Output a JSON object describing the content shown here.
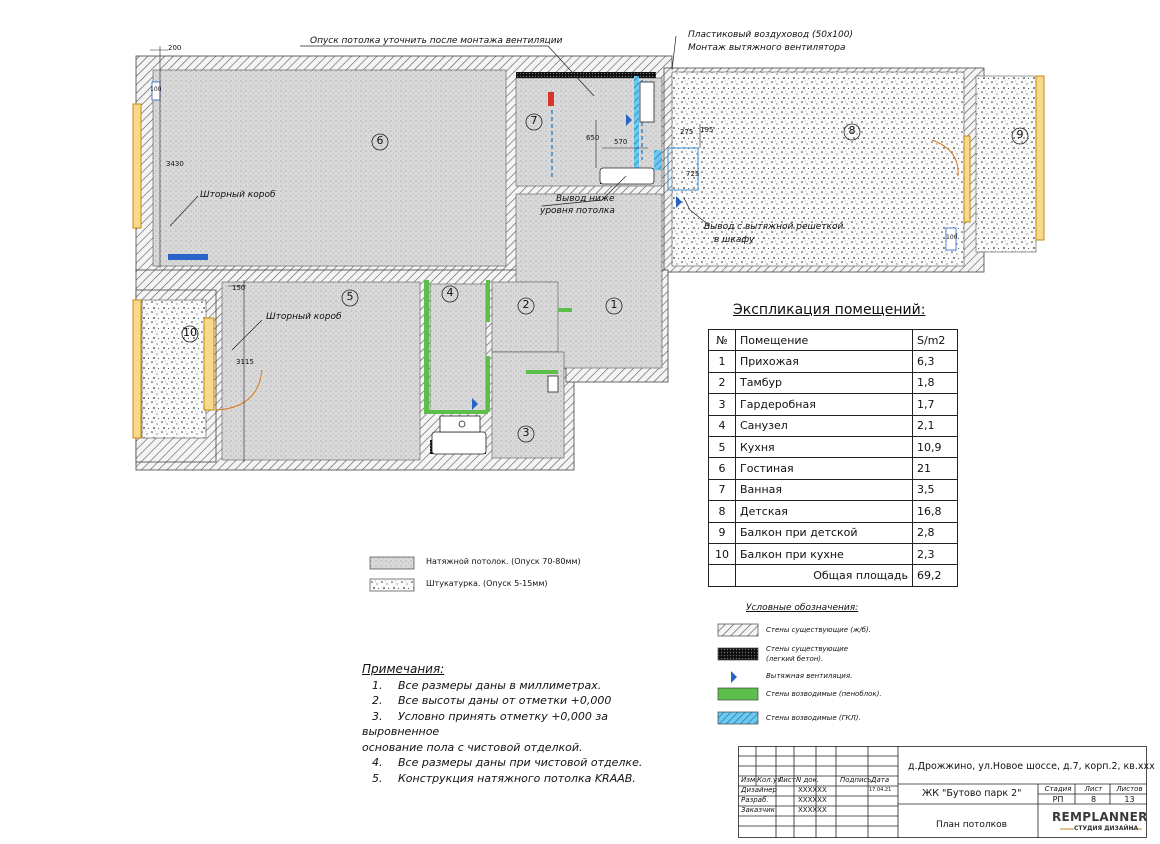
{
  "rooms": [
    {
      "num": "1",
      "name": "Прихожая",
      "area": "6,3"
    },
    {
      "num": "2",
      "name": "Тамбур",
      "area": "1,8"
    },
    {
      "num": "3",
      "name": "Гардеробная",
      "area": "1,7"
    },
    {
      "num": "4",
      "name": "Санузел",
      "area": "2,1"
    },
    {
      "num": "5",
      "name": "Кухня",
      "area": "10,9"
    },
    {
      "num": "6",
      "name": "Гостиная",
      "area": "21"
    },
    {
      "num": "7",
      "name": "Ванная",
      "area": "3,5"
    },
    {
      "num": "8",
      "name": "Детская",
      "area": "16,8"
    },
    {
      "num": "9",
      "name": "Балкон при детской",
      "area": "2,8"
    },
    {
      "num": "10",
      "name": "Балкон при кухне",
      "area": "2,3"
    }
  ],
  "explication": {
    "title": "Экспликация помещений:",
    "col_num": "№",
    "col_room": "Помещение",
    "col_area": "S/m2",
    "total_label": "Общая площадь",
    "total_value": "69,2"
  },
  "annotations": {
    "ceiling_note": "Опуск потолка уточнить после монтажа вентиляции",
    "duct_line1": "Пластиковый воздуховод (50х100)",
    "duct_line2": "Монтаж вытяжного вентилятора",
    "exit_below_line1": "Вывод ниже",
    "exit_below_line2": "уровня потолка",
    "exit_grille_line1": "Вывод с вытяжной решеткой",
    "exit_grille_line2": "в шкафу",
    "curtain_box_1": "Шторный короб",
    "curtain_box_2": "Шторный короб"
  },
  "dims": {
    "d200": "200",
    "d100a": "100",
    "d3430": "3430",
    "d150": "150",
    "d3115": "3115",
    "d650": "650",
    "d570": "570",
    "d275": "275",
    "d195": "195",
    "d725": "725",
    "d100b": "100"
  },
  "ceiling_legend": {
    "stretch": "Натяжной потолок. (Опуск 70-80мм)",
    "plaster": "Штукатурка. (Опуск 5-15мм)"
  },
  "symbols": {
    "title": "Условные обозначения:",
    "existing_rc": "Стены существующие (ж/б).",
    "existing_light_1": "Стены существующие",
    "existing_light_2": "(легкий бетон).",
    "exhaust": "Вытяжная вентиляция.",
    "new_foam": "Стены возводимые (пеноблок).",
    "new_gkl": "Стены возводимые (ГКЛ)."
  },
  "notes": {
    "title": "Примечания:",
    "items": [
      {
        "n": "1.",
        "text": "Все размеры даны в миллиметрах."
      },
      {
        "n": "2.",
        "text": "Все высоты даны от отметки +0,000"
      },
      {
        "n": "3.",
        "text": "Условно принять отметку +0,000 за выровненное"
      },
      {
        "n": "",
        "text": "основание пола с чистовой отделкой."
      },
      {
        "n": "4.",
        "text": "Все размеры даны при чистовой отделке."
      },
      {
        "n": "5.",
        "text": "Конструкция натяжного потолка KRAAB."
      }
    ]
  },
  "stamp": {
    "address": "д.Дрожжино, ул.Новое шоссе, д.7, корп.2, кв.xxx",
    "project": "ЖК \"Бутово парк 2\"",
    "sheet_title": "План потолков",
    "h_izm": "Изм.",
    "h_kol": "Кол.уч.",
    "h_list": "Лист",
    "h_ndok": "N док.",
    "h_podp": "Подпись",
    "h_data": "Дата",
    "r1": "Дизайнер",
    "r2": "Разраб.",
    "r3": "Заказчик",
    "x1": "XXXXXX",
    "x2": "XXXXXX",
    "x3": "XXXXXX",
    "date": "17.04.21",
    "h_stage": "Стадия",
    "h_sheet": "Лист",
    "h_sheets": "Листов",
    "stage": "РП",
    "sheet": "8",
    "sheets": "13",
    "logo_top": "REMPLANNER",
    "logo_bottom": "СТУДИЯ ДИЗАЙНА"
  }
}
